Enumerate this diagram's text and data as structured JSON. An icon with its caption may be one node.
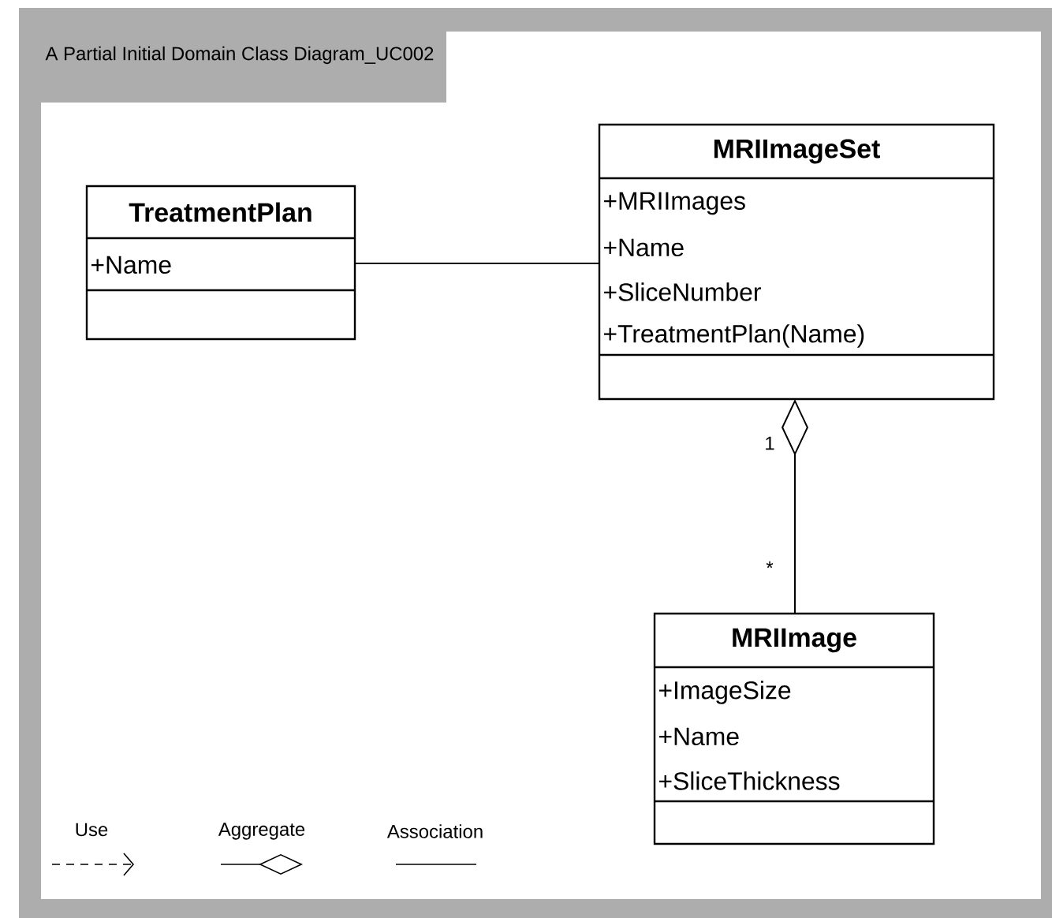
{
  "diagram": {
    "title": "A Partial Initial Domain Class Diagram_UC002",
    "nodes": [
      {
        "text": [
          "TreatmentPlan",
          "+Name"
        ]
      },
      {
        "text": [
          "MRIImageSet",
          "+MRIImages",
          "+Name",
          "+SliceNumber",
          "+TreatmentPlan(Name)"
        ]
      },
      {
        "text": [
          "MRIImage",
          "+ImageSize",
          "+Name",
          "+SliceThickness"
        ]
      }
    ],
    "edges": [
      {
        "from": 0,
        "to": 1,
        "arrow": "none"
      },
      {
        "from": 1,
        "to": 2,
        "arrow": "other"
      }
    ],
    "labels": [
      "1",
      "*"
    ],
    "legend": [
      {
        "text": "Use"
      },
      {
        "text": "Aggregate"
      },
      {
        "text": "Association"
      }
    ]
  }
}
